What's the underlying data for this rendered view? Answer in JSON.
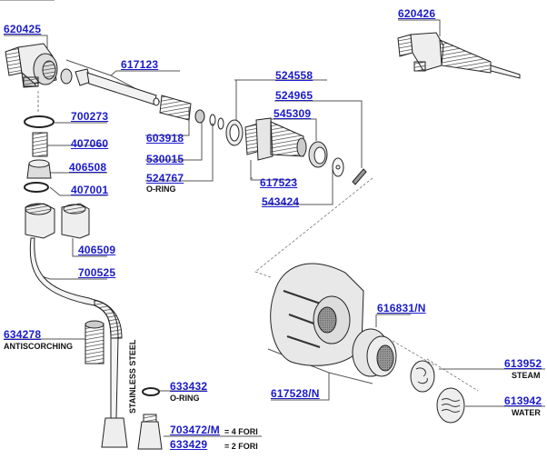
{
  "diagram": {
    "title": "Steam / water valve exploded view",
    "link_color": "#1a1acc",
    "parts": [
      {
        "code": "620425",
        "note": ""
      },
      {
        "code": "617123",
        "note": ""
      },
      {
        "code": "700273",
        "note": ""
      },
      {
        "code": "407060",
        "note": ""
      },
      {
        "code": "406508",
        "note": ""
      },
      {
        "code": "407001",
        "note": ""
      },
      {
        "code": "406509",
        "note": ""
      },
      {
        "code": "700525",
        "note": ""
      },
      {
        "code": "603918",
        "note": ""
      },
      {
        "code": "530015",
        "note": ""
      },
      {
        "code": "524767",
        "note": "O-RING"
      },
      {
        "code": "524558",
        "note": ""
      },
      {
        "code": "524965",
        "note": ""
      },
      {
        "code": "545309",
        "note": ""
      },
      {
        "code": "617523",
        "note": ""
      },
      {
        "code": "543424",
        "note": ""
      },
      {
        "code": "620426",
        "note": ""
      },
      {
        "code": "616831/N",
        "note": ""
      },
      {
        "code": "617528/N",
        "note": ""
      },
      {
        "code": "613952",
        "note": "STEAM"
      },
      {
        "code": "613942",
        "note": "WATER"
      },
      {
        "code": "634278",
        "note": "ANTISCORCHING"
      },
      {
        "code": "633432",
        "note": "O-RING"
      },
      {
        "code": "703472/M",
        "note": "= 4 FORI"
      },
      {
        "code": "633429",
        "note": "= 2 FORI"
      }
    ],
    "pipe_label": "STAINLESS STEEL"
  }
}
